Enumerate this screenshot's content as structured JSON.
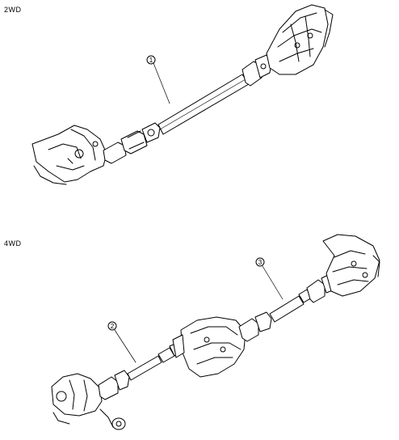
{
  "sections": {
    "two_wd": "2WD",
    "four_wd": "4WD"
  },
  "callouts": {
    "c1": "1",
    "c2": "2",
    "c3": "3"
  }
}
